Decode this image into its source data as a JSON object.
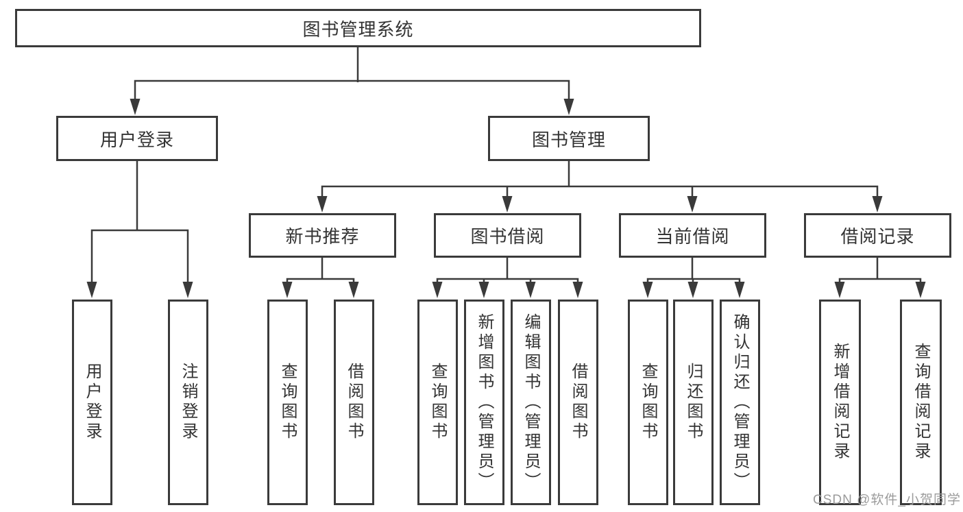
{
  "nodes": {
    "root": "图书管理系统",
    "level2": {
      "user": "用户登录",
      "book": "图书管理"
    },
    "level3": [
      "新书推荐",
      "图书借阅",
      "当前借阅",
      "借阅记录"
    ],
    "leaves": {
      "user": [
        "用户登录",
        "注销登录"
      ],
      "recommend": [
        "查询图书",
        "借阅图书"
      ],
      "borrow": [
        "查询图书",
        "新增图书（管理员）",
        "编辑图书（管理员）",
        "借阅图书"
      ],
      "current": [
        "查询图书",
        "归还图书",
        "确认归还（管理员）"
      ],
      "records": [
        "新增借阅记录",
        "查询借阅记录"
      ]
    }
  },
  "watermark": "CSDN @软件_小贺同学",
  "colors": {
    "line": "#3a3a3a",
    "text": "#333333",
    "watermark": "#9b9b9b",
    "background": "#ffffff"
  }
}
